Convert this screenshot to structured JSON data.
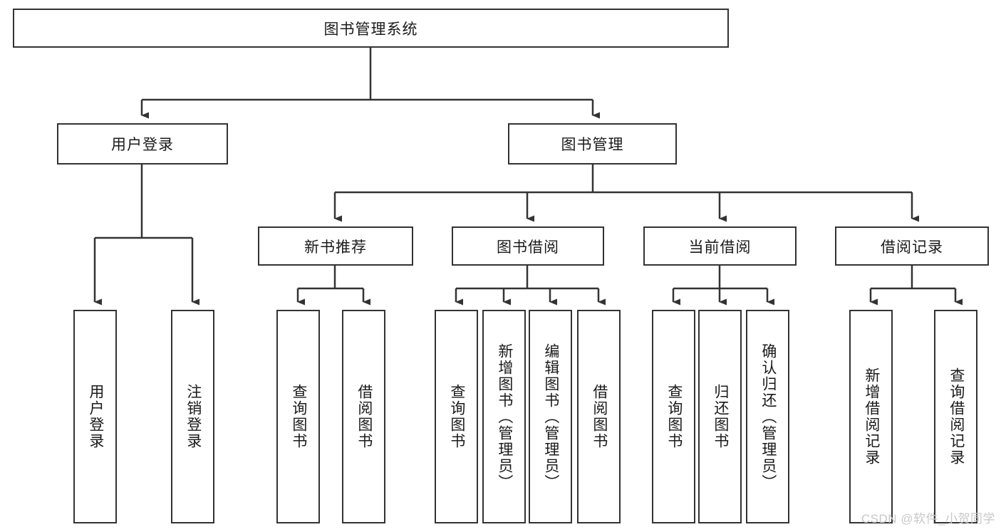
{
  "diagram": {
    "type": "tree-hierarchy",
    "root": {
      "label": "图书管理系统"
    },
    "level2": [
      {
        "label": "用户登录"
      },
      {
        "label": "图书管理"
      }
    ],
    "level3": [
      {
        "label": "新书推荐"
      },
      {
        "label": "图书借阅"
      },
      {
        "label": "当前借阅"
      },
      {
        "label": "借阅记录"
      }
    ],
    "leaves": {
      "user_login": [
        {
          "label": "用户登录"
        },
        {
          "label": "注销登录"
        }
      ],
      "new_book_recommend": [
        {
          "label": "查询图书"
        },
        {
          "label": "借阅图书"
        }
      ],
      "book_borrow": [
        {
          "label": "查询图书"
        },
        {
          "label": "新增图书（管理员）"
        },
        {
          "label": "编辑图书（管理员）"
        },
        {
          "label": "借阅图书"
        }
      ],
      "current_borrow": [
        {
          "label": "查询图书"
        },
        {
          "label": "归还图书"
        },
        {
          "label": "确认归还（管理员）"
        }
      ],
      "borrow_record": [
        {
          "label": "新增借阅记录"
        },
        {
          "label": "查询借阅记录"
        }
      ]
    }
  },
  "watermark": {
    "text": "CSDN @软件_小贺同学"
  },
  "colors": {
    "stroke": "#333333",
    "background": "#ffffff",
    "text": "#1a1a1a",
    "watermark": "#c8c8c8"
  }
}
